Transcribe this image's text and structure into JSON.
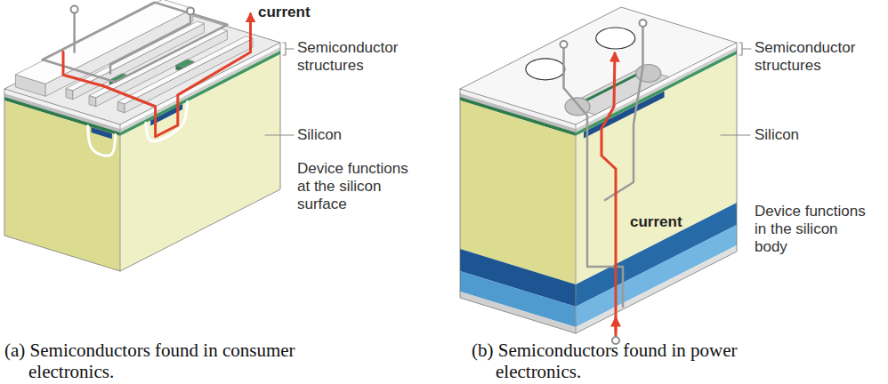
{
  "diagram": {
    "labels": [
      "current",
      "Semiconductor structures",
      "Silicon",
      "Device functions at the silicon surface",
      "(a) Semiconductors found in consumer electronics.",
      "Semiconductor structures",
      "Silicon",
      "Device functions in the silicon body",
      "current",
      "(b) Semiconductors found in power electronics."
    ]
  }
}
